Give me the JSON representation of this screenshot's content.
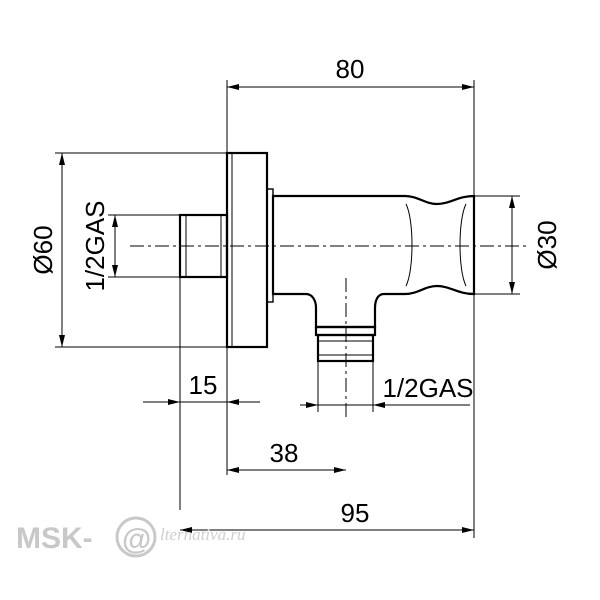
{
  "dimensions": {
    "overall_length": "80",
    "diameter_flange": "Ø60",
    "thread_inlet": "1/2GAS",
    "diameter_body": "Ø30",
    "inlet_length": "15",
    "thread_outlet": "1/2GAS",
    "outlet_offset": "38",
    "total_depth": "95"
  },
  "watermark": {
    "brand": "MSK-",
    "at": "@",
    "tail": "lternativa.ru"
  }
}
